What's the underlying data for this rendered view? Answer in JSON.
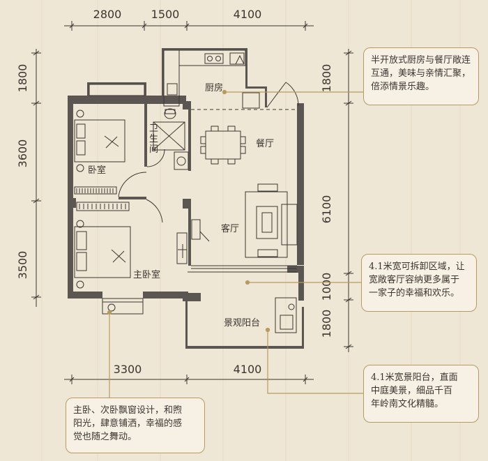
{
  "dimensions": {
    "top": [
      "2800",
      "1500",
      "4100"
    ],
    "bottom": [
      "3300",
      "4100"
    ],
    "left": [
      "1800",
      "3600",
      "3500"
    ],
    "right": [
      "1800",
      "6100",
      "1000",
      "1800"
    ]
  },
  "rooms": {
    "kitchen": "厨房",
    "bathroom_line1": "卫",
    "bathroom_line2": "生",
    "bathroom_line3": "间",
    "dining": "餐厅",
    "bedroom": "卧室",
    "living": "客厅",
    "master_bedroom": "主卧室",
    "balcony": "景观阳台"
  },
  "notes": {
    "kitchen": [
      "半开放式厨房与餐厅敞连",
      "互通，美味与亲情汇聚，",
      "倍添情景乐趣。"
    ],
    "living": [
      "4.1米宽可拆卸区域，让",
      "宽敞客厅容纳更多属于",
      "一家子的幸福和欢乐。"
    ],
    "balcony": [
      "4.1米宽景阳台，直面",
      "中庭美景，细品千百",
      "年岭南文化精髓。"
    ],
    "bedroom": [
      "主卧、次卧飘窗设计，和煦",
      "阳光，肆意铺洒，幸福的感",
      "觉也随之舞动。"
    ]
  },
  "colors": {
    "background": "#efe7d6",
    "wall": "#5b5652",
    "line": "#3a3530",
    "accent": "#b89a5f"
  }
}
